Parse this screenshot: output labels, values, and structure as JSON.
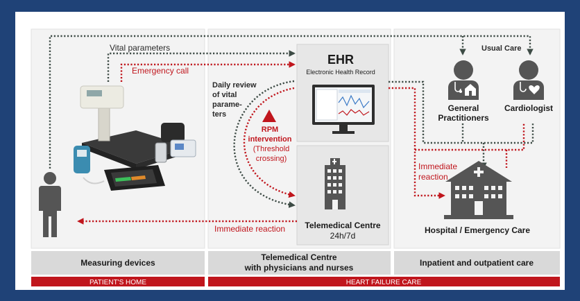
{
  "labels": {
    "vital_parameters": "Vital parameters",
    "emergency_call": "Emergency call",
    "ehr_title": "EHR",
    "ehr_subtitle": "Electronic Health Record",
    "daily_review": [
      "Daily review",
      "of vital",
      "parame-",
      "ters"
    ],
    "rpm": [
      "RPM",
      "intervention",
      "(Threshold",
      "crossing)"
    ],
    "immediate_reaction_left": "Immediate reaction",
    "immediate_reaction_right": [
      "Immediate",
      "reaction"
    ],
    "telemedical_centre": "Telemedical Centre",
    "telemedical_hours": "24h/7d",
    "usual_care": "Usual Care",
    "general_practitioners": [
      "General",
      "Practitioners"
    ],
    "cardiologist": "Cardiologist",
    "hospital": "Hospital / Emergency Care"
  },
  "footer": {
    "sections": [
      "Measuring devices",
      "Telemedical Centre",
      "with physicians and nurses",
      "Inpatient and outpatient care"
    ],
    "bands": [
      "PATIENT'S HOME",
      "HEART FAILURE CARE"
    ]
  },
  "colors": {
    "frame": "#1f4277",
    "accent_red": "#c0161d",
    "gray_flow": "#3d4b45",
    "icon_gray": "#555555",
    "panel": "#f3f3f3"
  },
  "icons": [
    "person-icon",
    "measuring-devices-image",
    "computer-monitor-icon",
    "building-icon",
    "doctor-icon",
    "cardiologist-icon",
    "hospital-icon",
    "warning-triangle-icon"
  ]
}
